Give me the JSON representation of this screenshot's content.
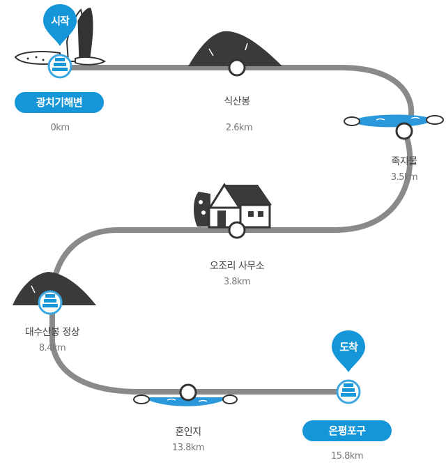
{
  "colors": {
    "path": "#8a8a8a",
    "accent": "#1596d8",
    "accent_light": "#3aa6e2",
    "ink": "#3a3a3a",
    "water": "#2a98db"
  },
  "start_pin": {
    "label": "시작",
    "icon": "map-pin-icon"
  },
  "end_pin": {
    "label": "도착",
    "icon": "map-pin-icon"
  },
  "stops": [
    {
      "name": "광치기해변",
      "distance": "0km",
      "style": "pill",
      "icon": "stone-marker-icon"
    },
    {
      "name": "식산봉",
      "distance": "2.6km",
      "style": "plain",
      "icon": "mountain-icon"
    },
    {
      "name": "족지물",
      "distance": "3.5km",
      "style": "plain",
      "icon": "spring-water-icon"
    },
    {
      "name": "오조리 사무소",
      "distance": "3.8km",
      "style": "plain",
      "icon": "house-icon"
    },
    {
      "name": "대수산봉 정상",
      "distance": "8.4km",
      "style": "plain",
      "icon": "stone-marker-icon"
    },
    {
      "name": "혼인지",
      "distance": "13.8km",
      "style": "plain",
      "icon": "pond-icon"
    },
    {
      "name": "온평포구",
      "distance": "15.8km",
      "style": "pill",
      "icon": "stone-marker-icon"
    }
  ]
}
